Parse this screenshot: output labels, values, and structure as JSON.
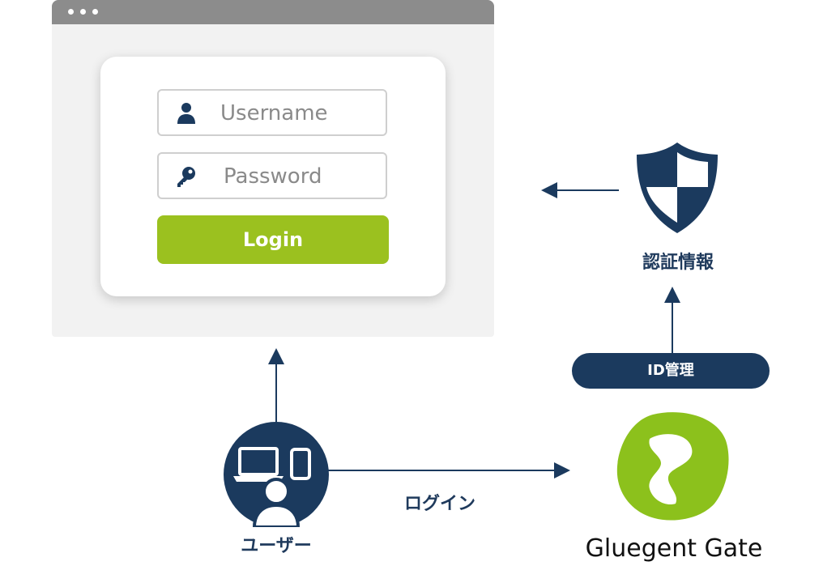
{
  "login_form": {
    "username_placeholder": "Username",
    "password_placeholder": "Password",
    "login_label": "Login"
  },
  "labels": {
    "auth_info": "認証情報",
    "id_management": "ID管理",
    "login_flow": "ログイン",
    "user": "ユーザー"
  },
  "brand": {
    "name": "Gluegent Gate"
  },
  "colors": {
    "navy": "#1b3a5e",
    "green": "#9bc11f",
    "window_bar": "#8c8c8c",
    "window_body": "#f2f2f2"
  },
  "icons": [
    "user-icon",
    "key-icon",
    "shield-icon",
    "devices-user-icon",
    "gluegent-logo-icon"
  ]
}
